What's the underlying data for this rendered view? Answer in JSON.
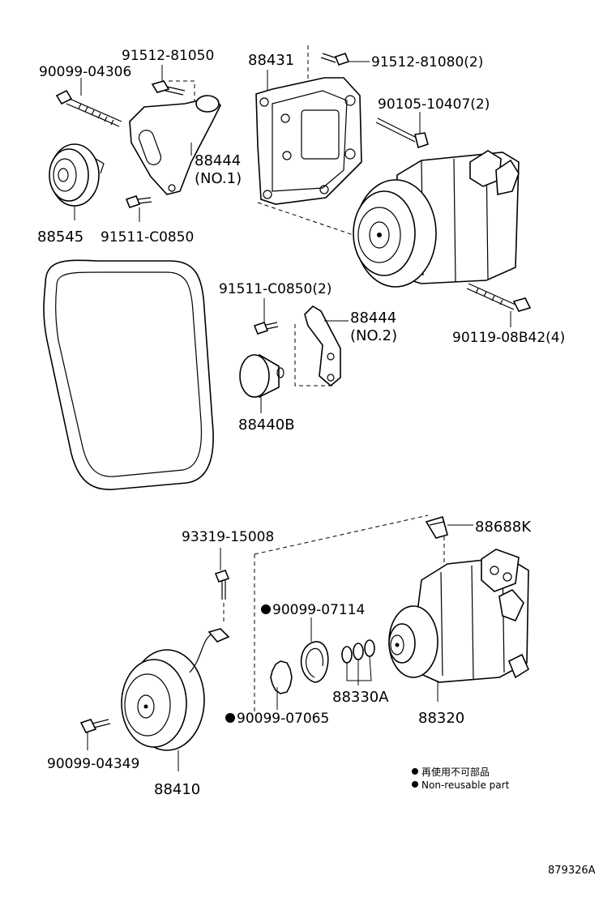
{
  "labels": {
    "p90099_04306": "90099-04306",
    "p91512_81050": "91512-81050",
    "p88431": "88431",
    "p91512_81080": "91512-81080(2)",
    "p90105_10407": "90105-10407(2)",
    "p88444_no1_a": "88444",
    "p88444_no1_b": "(NO.1)",
    "p88545": "88545",
    "p91511_c0850": "91511-C0850",
    "p91511_c0850_2": "91511-C0850(2)",
    "p88444_no2_a": "88444",
    "p88444_no2_b": "(NO.2)",
    "p90119_08b42": "90119-08B42(4)",
    "p88440b": "88440B",
    "p93319_15008": "93319-15008",
    "p88688k": "88688K",
    "p90099_07114": "90099-07114",
    "p88330a": "88330A",
    "p88320": "88320",
    "p90099_07065": "90099-07065",
    "p90099_04349": "90099-04349",
    "p88410": "88410"
  },
  "legend": {
    "jp": "再使用不可部品",
    "en": "Non-reusable part"
  },
  "reference": "879326A"
}
